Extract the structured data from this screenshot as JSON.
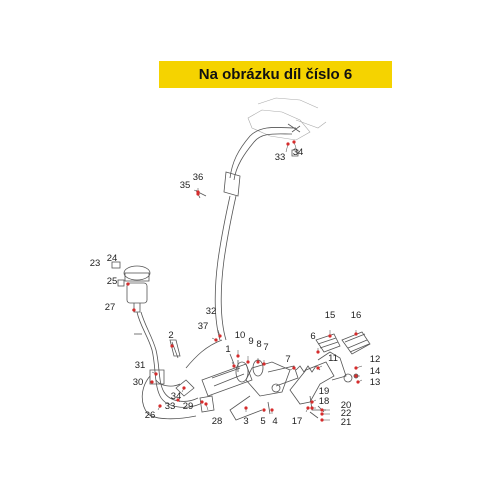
{
  "banner": {
    "text": "Na obrázku díl číslo 6"
  },
  "colors": {
    "banner_bg": "#f5d300",
    "banner_text": "#111111",
    "callout_dot": "#d62c2c",
    "line": "#555555"
  },
  "callouts": [
    {
      "label": "33"
    },
    {
      "label": "34"
    },
    {
      "label": "36"
    },
    {
      "label": "35"
    },
    {
      "label": "23"
    },
    {
      "label": "24"
    },
    {
      "label": "25"
    },
    {
      "label": "27"
    },
    {
      "label": "32"
    },
    {
      "label": "37"
    },
    {
      "label": "2"
    },
    {
      "label": "10"
    },
    {
      "label": "9"
    },
    {
      "label": "8"
    },
    {
      "label": "7"
    },
    {
      "label": "1"
    },
    {
      "label": "31"
    },
    {
      "label": "30"
    },
    {
      "label": "34"
    },
    {
      "label": "33"
    },
    {
      "label": "29"
    },
    {
      "label": "26"
    },
    {
      "label": "28"
    },
    {
      "label": "3"
    },
    {
      "label": "5"
    },
    {
      "label": "4"
    },
    {
      "label": "7"
    },
    {
      "label": "15"
    },
    {
      "label": "16"
    },
    {
      "label": "6"
    },
    {
      "label": "11"
    },
    {
      "label": "12"
    },
    {
      "label": "14"
    },
    {
      "label": "13"
    },
    {
      "label": "19"
    },
    {
      "label": "18"
    },
    {
      "label": "20"
    },
    {
      "label": "22"
    },
    {
      "label": "17"
    },
    {
      "label": "21"
    }
  ]
}
